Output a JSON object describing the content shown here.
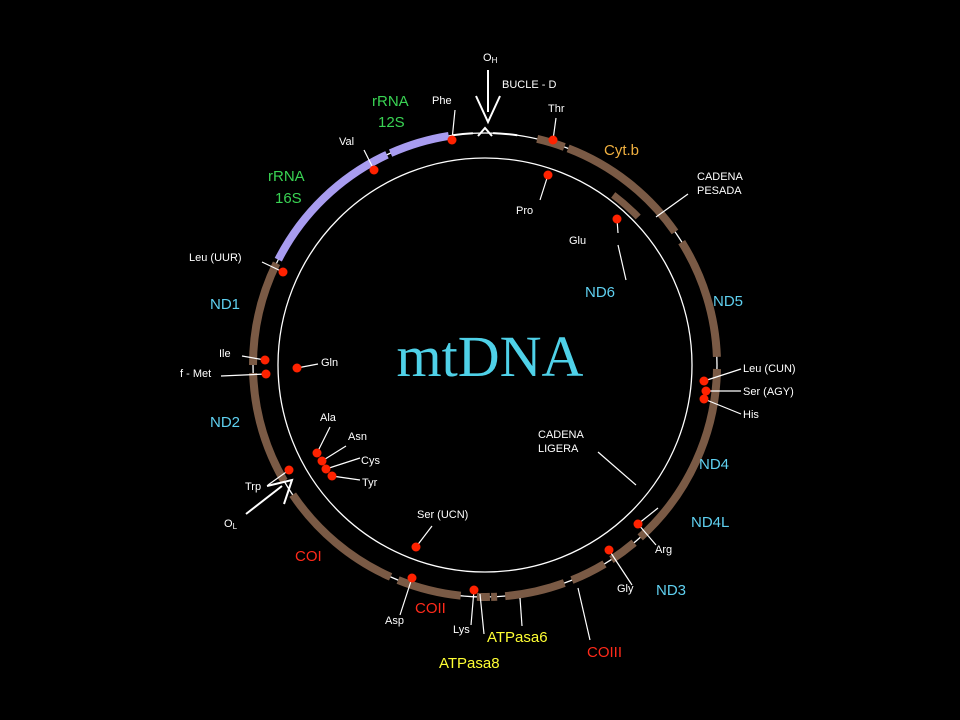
{
  "title": "mtDNA",
  "colors": {
    "background": "#000000",
    "title": "#4fd1e8",
    "gene_blue": "#5fd0f0",
    "gene_orange": "#f0b040",
    "gene_red": "#ff2a1a",
    "gene_yellow": "#ffff33",
    "rrna_green": "#39d353",
    "ring_brown": "#7a5a45",
    "ring_purple": "#a89cf0",
    "trna_dot": "#ff2200",
    "line": "#ffffff"
  },
  "replication_origins": {
    "heavy": "O",
    "heavy_sub": "H",
    "light": "O",
    "light_sub": "L"
  },
  "strand_labels": {
    "heavy_line1": "CADENA",
    "heavy_line2": "PESADA",
    "light_line1": "CADENA",
    "light_line2": "LIGERA"
  },
  "dloop_label": "BUCLE - D",
  "genes": {
    "rrna12s_line1": "rRNA",
    "rrna12s_line2": "12S",
    "rrna16s_line1": "rRNA",
    "rrna16s_line2": "16S",
    "cytb": "Cyt.b",
    "nd5": "ND5",
    "nd6": "ND6",
    "nd1": "ND1",
    "nd2": "ND2",
    "nd4": "ND4",
    "nd4l": "ND4L",
    "nd3": "ND3",
    "coi": "COI",
    "coii": "COII",
    "coiii": "COIII",
    "atpase6": "ATPasa6",
    "atpase8": "ATPasa8"
  },
  "trnas": {
    "phe": "Phe",
    "thr": "Thr",
    "val": "Val",
    "pro": "Pro",
    "glu": "Glu",
    "leu_uur": "Leu (UUR)",
    "ile": "Ile",
    "fmet": "f - Met",
    "gln": "Gln",
    "leu_cun": "Leu (CUN)",
    "ser_agy": "Ser (AGY)",
    "his": "His",
    "ala": "Ala",
    "asn": "Asn",
    "cys": "Cys",
    "tyr": "Tyr",
    "trp": "Trp",
    "ser_ucn": "Ser (UCN)",
    "arg": "Arg",
    "gly": "Gly",
    "asp": "Asp",
    "lys": "Lys"
  }
}
